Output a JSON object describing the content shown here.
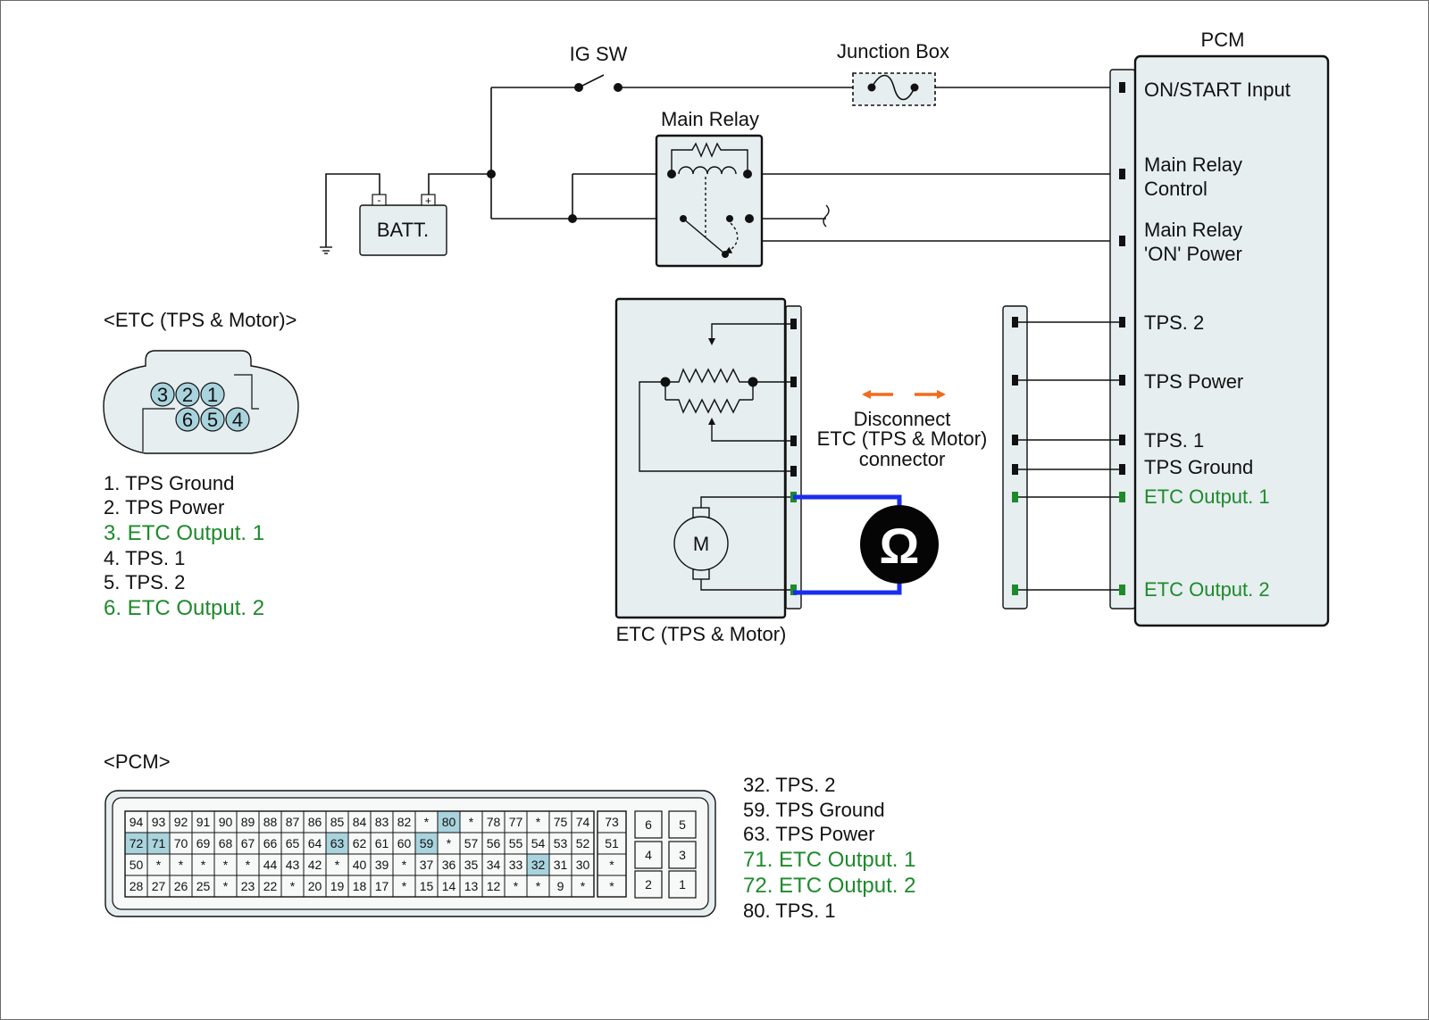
{
  "colors": {
    "line": "#111111",
    "box_fill": "#e6eef0",
    "pin_highlight": "#a9d3dd",
    "green": "#1e8a2c",
    "arrow_orange": "#f26a1c",
    "meter_wire": "#1a2cf0",
    "meter_fill": "#050505",
    "meter_symbol": "#ffffff"
  },
  "icons": {
    "ohmmeter": "omega-ohmmeter-icon",
    "motor": "motor-icon",
    "fuse": "fuse-icon",
    "ground": "ground-icon",
    "disconnect_arrows": "double-arrow-icon"
  },
  "circuit": {
    "ig_sw": "IG SW",
    "junction_box": "Junction Box",
    "pcm_title": "PCM",
    "main_relay": "Main Relay",
    "battery": "BATT.",
    "battery_neg": "-",
    "battery_pos": "+",
    "motor_symbol": "M",
    "ohm_symbol": "Ω",
    "etc_box_label": "ETC (TPS & Motor)",
    "disconnect_note": [
      "Disconnect",
      "ETC (TPS & Motor)",
      "connector"
    ],
    "pcm_pins": [
      {
        "lines": [
          "ON/START Input"
        ],
        "green": false
      },
      {
        "lines": [
          "Main Relay",
          "Control"
        ],
        "green": false
      },
      {
        "lines": [
          "Main Relay",
          "'ON' Power"
        ],
        "green": false
      },
      {
        "lines": [
          "TPS. 2"
        ],
        "green": false
      },
      {
        "lines": [
          "TPS Power"
        ],
        "green": false
      },
      {
        "lines": [
          "TPS. 1"
        ],
        "green": false
      },
      {
        "lines": [
          "TPS Ground"
        ],
        "green": false
      },
      {
        "lines": [
          "ETC Output. 1"
        ],
        "green": true
      },
      {
        "lines": [
          "ETC Output. 2"
        ],
        "green": true
      }
    ]
  },
  "etc_connector": {
    "title": "<ETC (TPS & Motor)>",
    "top_row": [
      "3",
      "2",
      "1"
    ],
    "bottom_row": [
      "6",
      "5",
      "4"
    ],
    "legend": [
      {
        "text": "1. TPS Ground",
        "green": false
      },
      {
        "text": "2. TPS Power",
        "green": false
      },
      {
        "text": "3. ETC Output. 1",
        "green": true
      },
      {
        "text": "4. TPS. 1",
        "green": false
      },
      {
        "text": "5. TPS. 2",
        "green": false
      },
      {
        "text": "6. ETC Output. 2",
        "green": true
      }
    ]
  },
  "pcm_connector": {
    "title": "<PCM>",
    "rows": [
      [
        "94",
        "93",
        "92",
        "91",
        "90",
        "89",
        "88",
        "87",
        "86",
        "85",
        "84",
        "83",
        "82",
        "*",
        "80",
        "*",
        "78",
        "77",
        "*",
        "75",
        "74"
      ],
      [
        "72",
        "71",
        "70",
        "69",
        "68",
        "67",
        "66",
        "65",
        "64",
        "63",
        "62",
        "61",
        "60",
        "59",
        "*",
        "57",
        "56",
        "55",
        "54",
        "53",
        "52"
      ],
      [
        "50",
        "*",
        "*",
        "*",
        "*",
        "*",
        "44",
        "43",
        "42",
        "*",
        "40",
        "39",
        "*",
        "37",
        "36",
        "35",
        "34",
        "33",
        "32",
        "31",
        "30"
      ],
      [
        "28",
        "27",
        "26",
        "25",
        "*",
        "23",
        "22",
        "*",
        "20",
        "19",
        "18",
        "17",
        "*",
        "15",
        "14",
        "13",
        "12",
        "*",
        "*",
        "9",
        "*"
      ]
    ],
    "side_column": [
      "73",
      "51",
      "*",
      "*"
    ],
    "highlighted": [
      "80",
      "72",
      "71",
      "63",
      "59",
      "32"
    ],
    "big_pins": [
      [
        "6",
        "5"
      ],
      [
        "4",
        "3"
      ],
      [
        "2",
        "1"
      ]
    ],
    "legend": [
      {
        "text": "32. TPS. 2",
        "green": false
      },
      {
        "text": "59. TPS Ground",
        "green": false
      },
      {
        "text": "63. TPS Power",
        "green": false
      },
      {
        "text": "71. ETC Output. 1",
        "green": true
      },
      {
        "text": "72. ETC Output. 2",
        "green": true
      },
      {
        "text": "80. TPS. 1",
        "green": false
      }
    ]
  }
}
